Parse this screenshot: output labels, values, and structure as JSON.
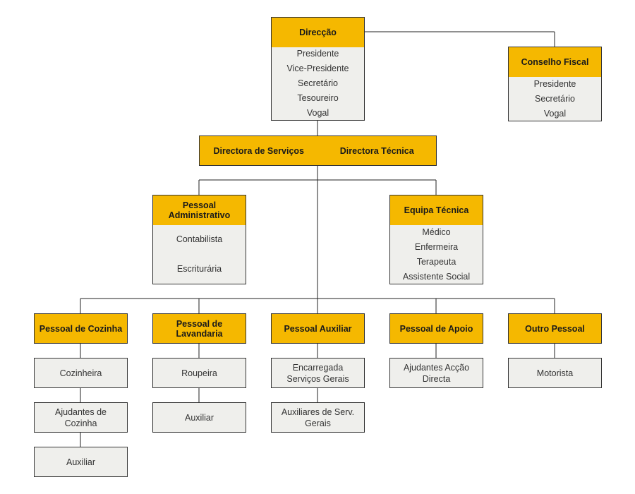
{
  "colors": {
    "header_fill": "#f5b800",
    "body_fill": "#efefec",
    "border": "#333333"
  },
  "board": {
    "title": "Direcção",
    "members": [
      "Presidente",
      "Vice-Presidente",
      "Secretário",
      "Tesoureiro",
      "Vogal"
    ]
  },
  "fiscal_council": {
    "title": "Conselho Fiscal",
    "members": [
      "Presidente",
      "Secretário",
      "Vogal"
    ]
  },
  "directors": {
    "services": "Directora de Serviços",
    "technical": "Directora Técnica"
  },
  "admin_staff": {
    "title": "Pessoal Administrativo",
    "members": [
      "Contabilista",
      "Escriturária"
    ]
  },
  "technical_team": {
    "title": "Equipa Técnica",
    "members": [
      "Médico",
      "Enfermeira",
      "Terapeuta",
      "Assistente Social"
    ]
  },
  "departments": {
    "kitchen": {
      "title": "Pessoal de Cozinha",
      "roles": [
        "Cozinheira",
        "Ajudantes de Cozinha",
        "Auxiliar"
      ]
    },
    "laundry": {
      "title": "Pessoal de Lavandaria",
      "roles": [
        "Roupeira",
        "Auxiliar"
      ]
    },
    "auxiliary": {
      "title": "Pessoal Auxiliar",
      "roles": [
        "Encarregada Serviços Gerais",
        "Auxiliares de Serv. Gerais"
      ]
    },
    "support": {
      "title": "Pessoal de Apoio",
      "roles": [
        "Ajudantes Acção Directa"
      ]
    },
    "other": {
      "title": "Outro Pessoal",
      "roles": [
        "Motorista"
      ]
    }
  }
}
